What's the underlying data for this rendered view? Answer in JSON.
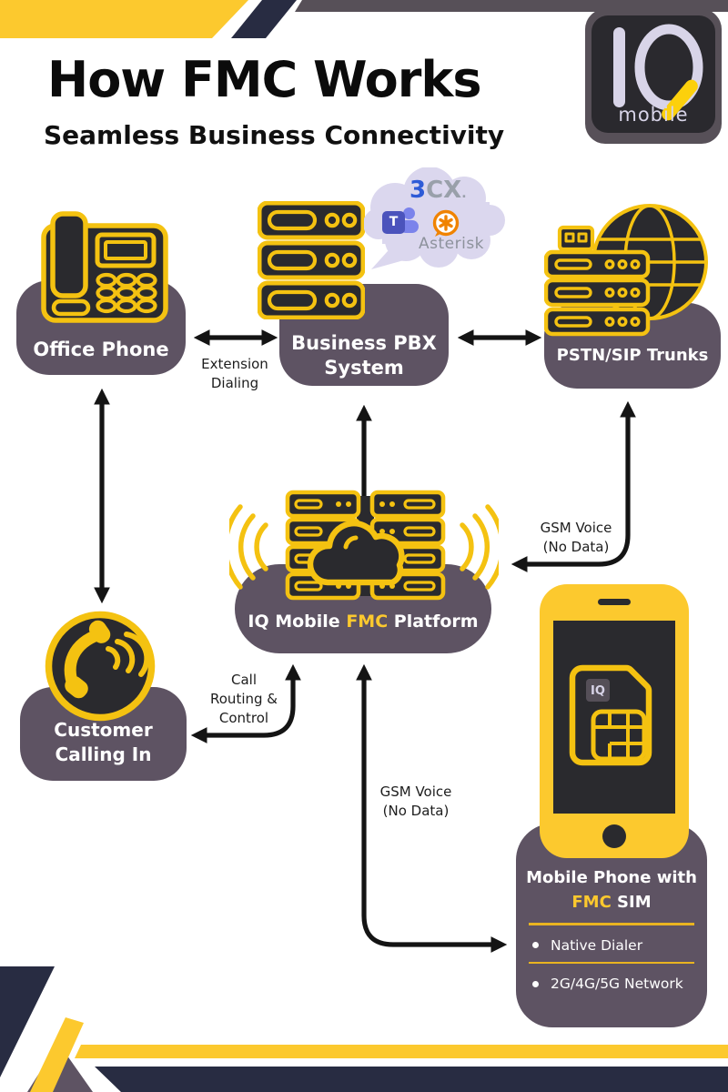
{
  "title": "How FMC Works",
  "subtitle": "Seamless Business Connectivity",
  "logo": {
    "wordmark": "mobile"
  },
  "sim_badge": {
    "text": "IQ"
  },
  "nodes": {
    "office_phone": {
      "label": "Office Phone"
    },
    "pbx": {
      "label_line1": "Business PBX",
      "label_line2": "System"
    },
    "pstn": {
      "label": "PSTN/SIP Trunks"
    },
    "platform": {
      "label_prefix": "IQ Mobile ",
      "label_accent": "FMC",
      "label_suffix": " Platform"
    },
    "customer": {
      "label_line1": "Customer",
      "label_line2": "Calling In"
    },
    "mobile": {
      "title_line1": "Mobile Phone with",
      "title_accent": "FMC",
      "title_suffix": " SIM",
      "bullets": [
        "Native Dialer",
        "2G/4G/5G Network"
      ]
    }
  },
  "edges": {
    "extension": {
      "line1": "Extension",
      "line2": "Dialing"
    },
    "gsm_right": {
      "line1": "GSM Voice",
      "line2": "(No Data)"
    },
    "call_routing": {
      "line1": "Call",
      "line2": "Routing &",
      "line3": "Control"
    },
    "gsm_bottom": {
      "line1": "GSM Voice",
      "line2": "(No Data)"
    }
  },
  "pbx_bubble": {
    "logo_3": "3",
    "logo_cx": "CX",
    "logo_dot": ".",
    "teams_t": "T",
    "asterisk_word": "Asterisk"
  },
  "colors": {
    "accent_yellow": "#FCC92E",
    "icon_yellow": "#F4C211",
    "navy": "#282C42",
    "card_mauve": "#5E5363",
    "deco_mauve": "#575058",
    "icon_dark": "#2A2A2E",
    "cloud_lavender": "#DBD7EE",
    "logo_lavender": "#D8D4E8",
    "threecx_blue": "#2E5BD7",
    "teams_purple": "#4B53BC",
    "asterisk_orange": "#F08300"
  }
}
